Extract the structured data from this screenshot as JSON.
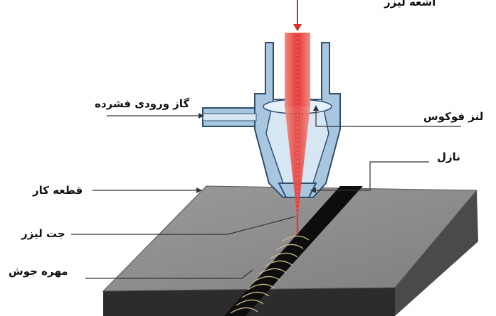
{
  "labels": {
    "laser_beam": "اشعه لیزر",
    "compressed_gas_inlet": "گاز ورودی فشرده",
    "focus_lens": "لنز فوکوس",
    "nozzle": "نازل",
    "workpiece": "قطعه کار",
    "laser_jet": "جت لیزر",
    "weld_bead": "مهره جوش"
  },
  "colors": {
    "nozzle_fill": "#a9c6e0",
    "nozzle_outline": "#2f4f6f",
    "laser_red": "#e53935",
    "plate_top": "#8f8f8f",
    "plate_front": "#2c2c2c",
    "plate_side": "#4a4a4a",
    "weld_seam": "#0d0d0d",
    "weld_bead_line": "#c9b98a"
  }
}
